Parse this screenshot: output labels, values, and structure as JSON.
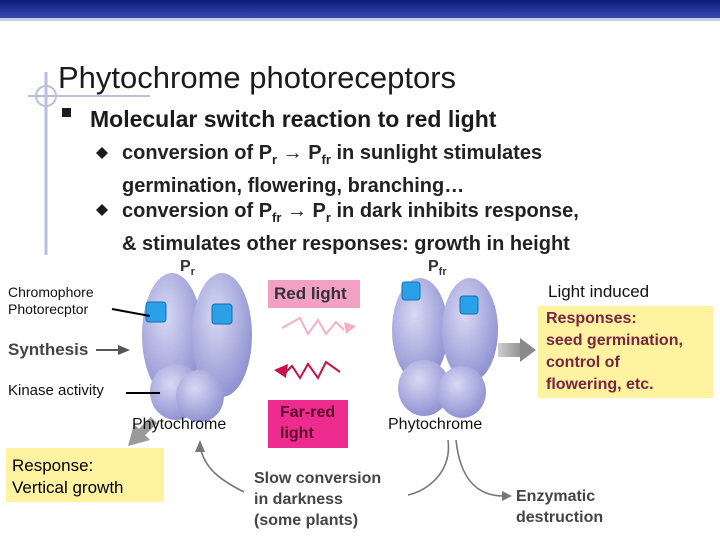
{
  "slide": {
    "title": "Phytochrome photoreceptors",
    "bullet": "Molecular switch reaction to red light",
    "subbullets": [
      {
        "pre": "conversion of P",
        "a": "r",
        "arrow": " → P",
        "b": "fr",
        "post": " in sunlight stimulates",
        "line2": "germination, flowering, branching…"
      },
      {
        "pre": "conversion of P",
        "a": "fr",
        "arrow": " → P",
        "b": "r",
        "post": " in dark inhibits response,",
        "line2": "& stimulates other responses: growth in height"
      }
    ]
  },
  "diagram": {
    "pr_label": "P",
    "pr_sub": "r",
    "pfr_label": "P",
    "pfr_sub": "fr",
    "red_light": "Red light",
    "far_red": [
      "Far-red",
      "light"
    ],
    "synthesis": "Synthesis",
    "chromophore": [
      "Chromophore",
      "Photorecptor"
    ],
    "kinase": "Kinase activity",
    "phytochrome_left": "Phytochrome",
    "phytochrome_right": "Phytochrome",
    "light_induced": "Light induced",
    "responses": [
      "Responses:",
      "seed germination,",
      "control of",
      "flowering, etc."
    ],
    "response_box": [
      "Response:",
      "Vertical growth"
    ],
    "slow_conversion": [
      "Slow conversion",
      "in darkness",
      "(some plants)"
    ],
    "enzymatic": [
      "Enzymatic",
      "destruction"
    ]
  },
  "colors": {
    "topbar": "#1a2a8c",
    "pink_box": "#f2a0c4",
    "magenta_box": "#ee2b8f",
    "response_yellow": "#fff2a0",
    "response_text": "#7a2540",
    "protein": "#9fa0d8",
    "chromophore": "#2aa0e8",
    "gray_arrow": "#8a8a8a"
  }
}
